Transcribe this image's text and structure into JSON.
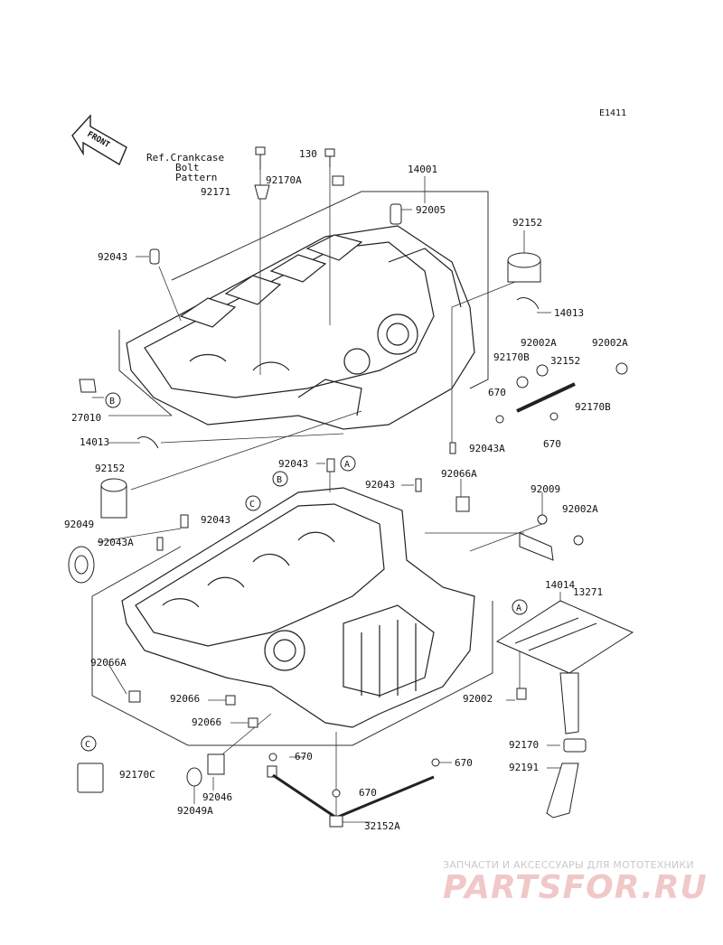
{
  "diagram_code": "E1411",
  "front_label": "FRONT",
  "ref_note": [
    "Ref.Crankcase",
    "Bolt",
    "Pattern"
  ],
  "parts": {
    "p130": "130",
    "p14001": "14001",
    "p92171": "92171",
    "p92170A": "92170A",
    "p92005": "92005",
    "p92152_top": "92152",
    "p92043_left": "92043",
    "p14013_right": "14013",
    "p92002A_1": "92002A",
    "p92002A_2": "92002A",
    "p92170B_1": "92170B",
    "p32152": "32152",
    "p670_1": "670",
    "p92170B_2": "92170B",
    "p670_2": "670",
    "p27010": "27010",
    "p14013_left": "14013",
    "p92043A_1": "92043A",
    "p92043_mid": "92043",
    "p92066A_1": "92066A",
    "p92043_mid2": "92043",
    "p92152_left": "92152",
    "p92049": "92049",
    "p92043A_2": "92043A",
    "p92043_low": "92043",
    "p92009": "92009",
    "p92002A_3": "92002A",
    "p14014": "14014",
    "p13271": "13271",
    "p92066A_2": "92066A",
    "p92066_1": "92066",
    "p92066_2": "92066",
    "p92002": "92002",
    "p92170": "92170",
    "p670_3": "670",
    "p670_4": "670",
    "p92170C": "92170C",
    "p670_5": "670",
    "p92046": "92046",
    "p92191": "92191",
    "p92049A": "92049A",
    "p32152A": "32152A"
  },
  "callouts": {
    "A1": "A",
    "A2": "A",
    "B1": "B",
    "B2": "B",
    "C1": "C",
    "C2": "C"
  },
  "watermark": {
    "line1": "ЗАПЧАСТИ И АКСЕССУАРЫ ДЛЯ МОТОТЕХНИКИ",
    "line2": "PARTSFOR.RU"
  }
}
